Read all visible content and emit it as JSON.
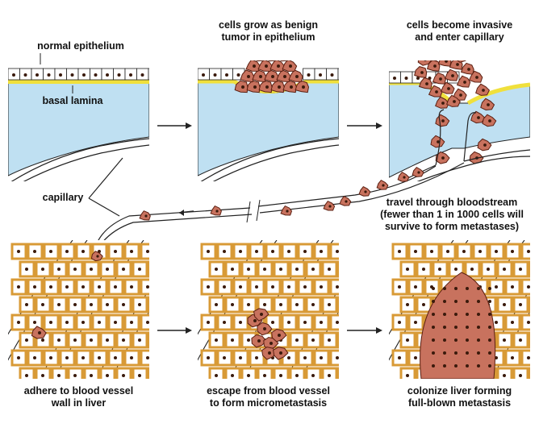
{
  "colors": {
    "tissue": "#bfe0f2",
    "lamina": "#f0e03c",
    "tumor": "#c8725e",
    "tumor_dark": "#5a1e10",
    "nucleus": "#3a1a0c",
    "hepatocyte_gap": "#d89a36",
    "outline": "#222222"
  },
  "labels": {
    "normal_epithelium": "normal epithelium",
    "basal_lamina": "basal lamina",
    "capillary": "capillary",
    "benign": "cells grow as benign\ntumor in epithelium",
    "invasive": "cells become invasive\nand enter capillary",
    "bloodstream": "travel through bloodstream\n(fewer than 1 in 1000 cells will\nsurvive to form metastases)",
    "adhere": "adhere to blood vessel\nwall in liver",
    "escape": "escape from blood vessel\nto form micrometastasis",
    "colonize": "colonize liver forming\nfull-blown metastasis"
  }
}
